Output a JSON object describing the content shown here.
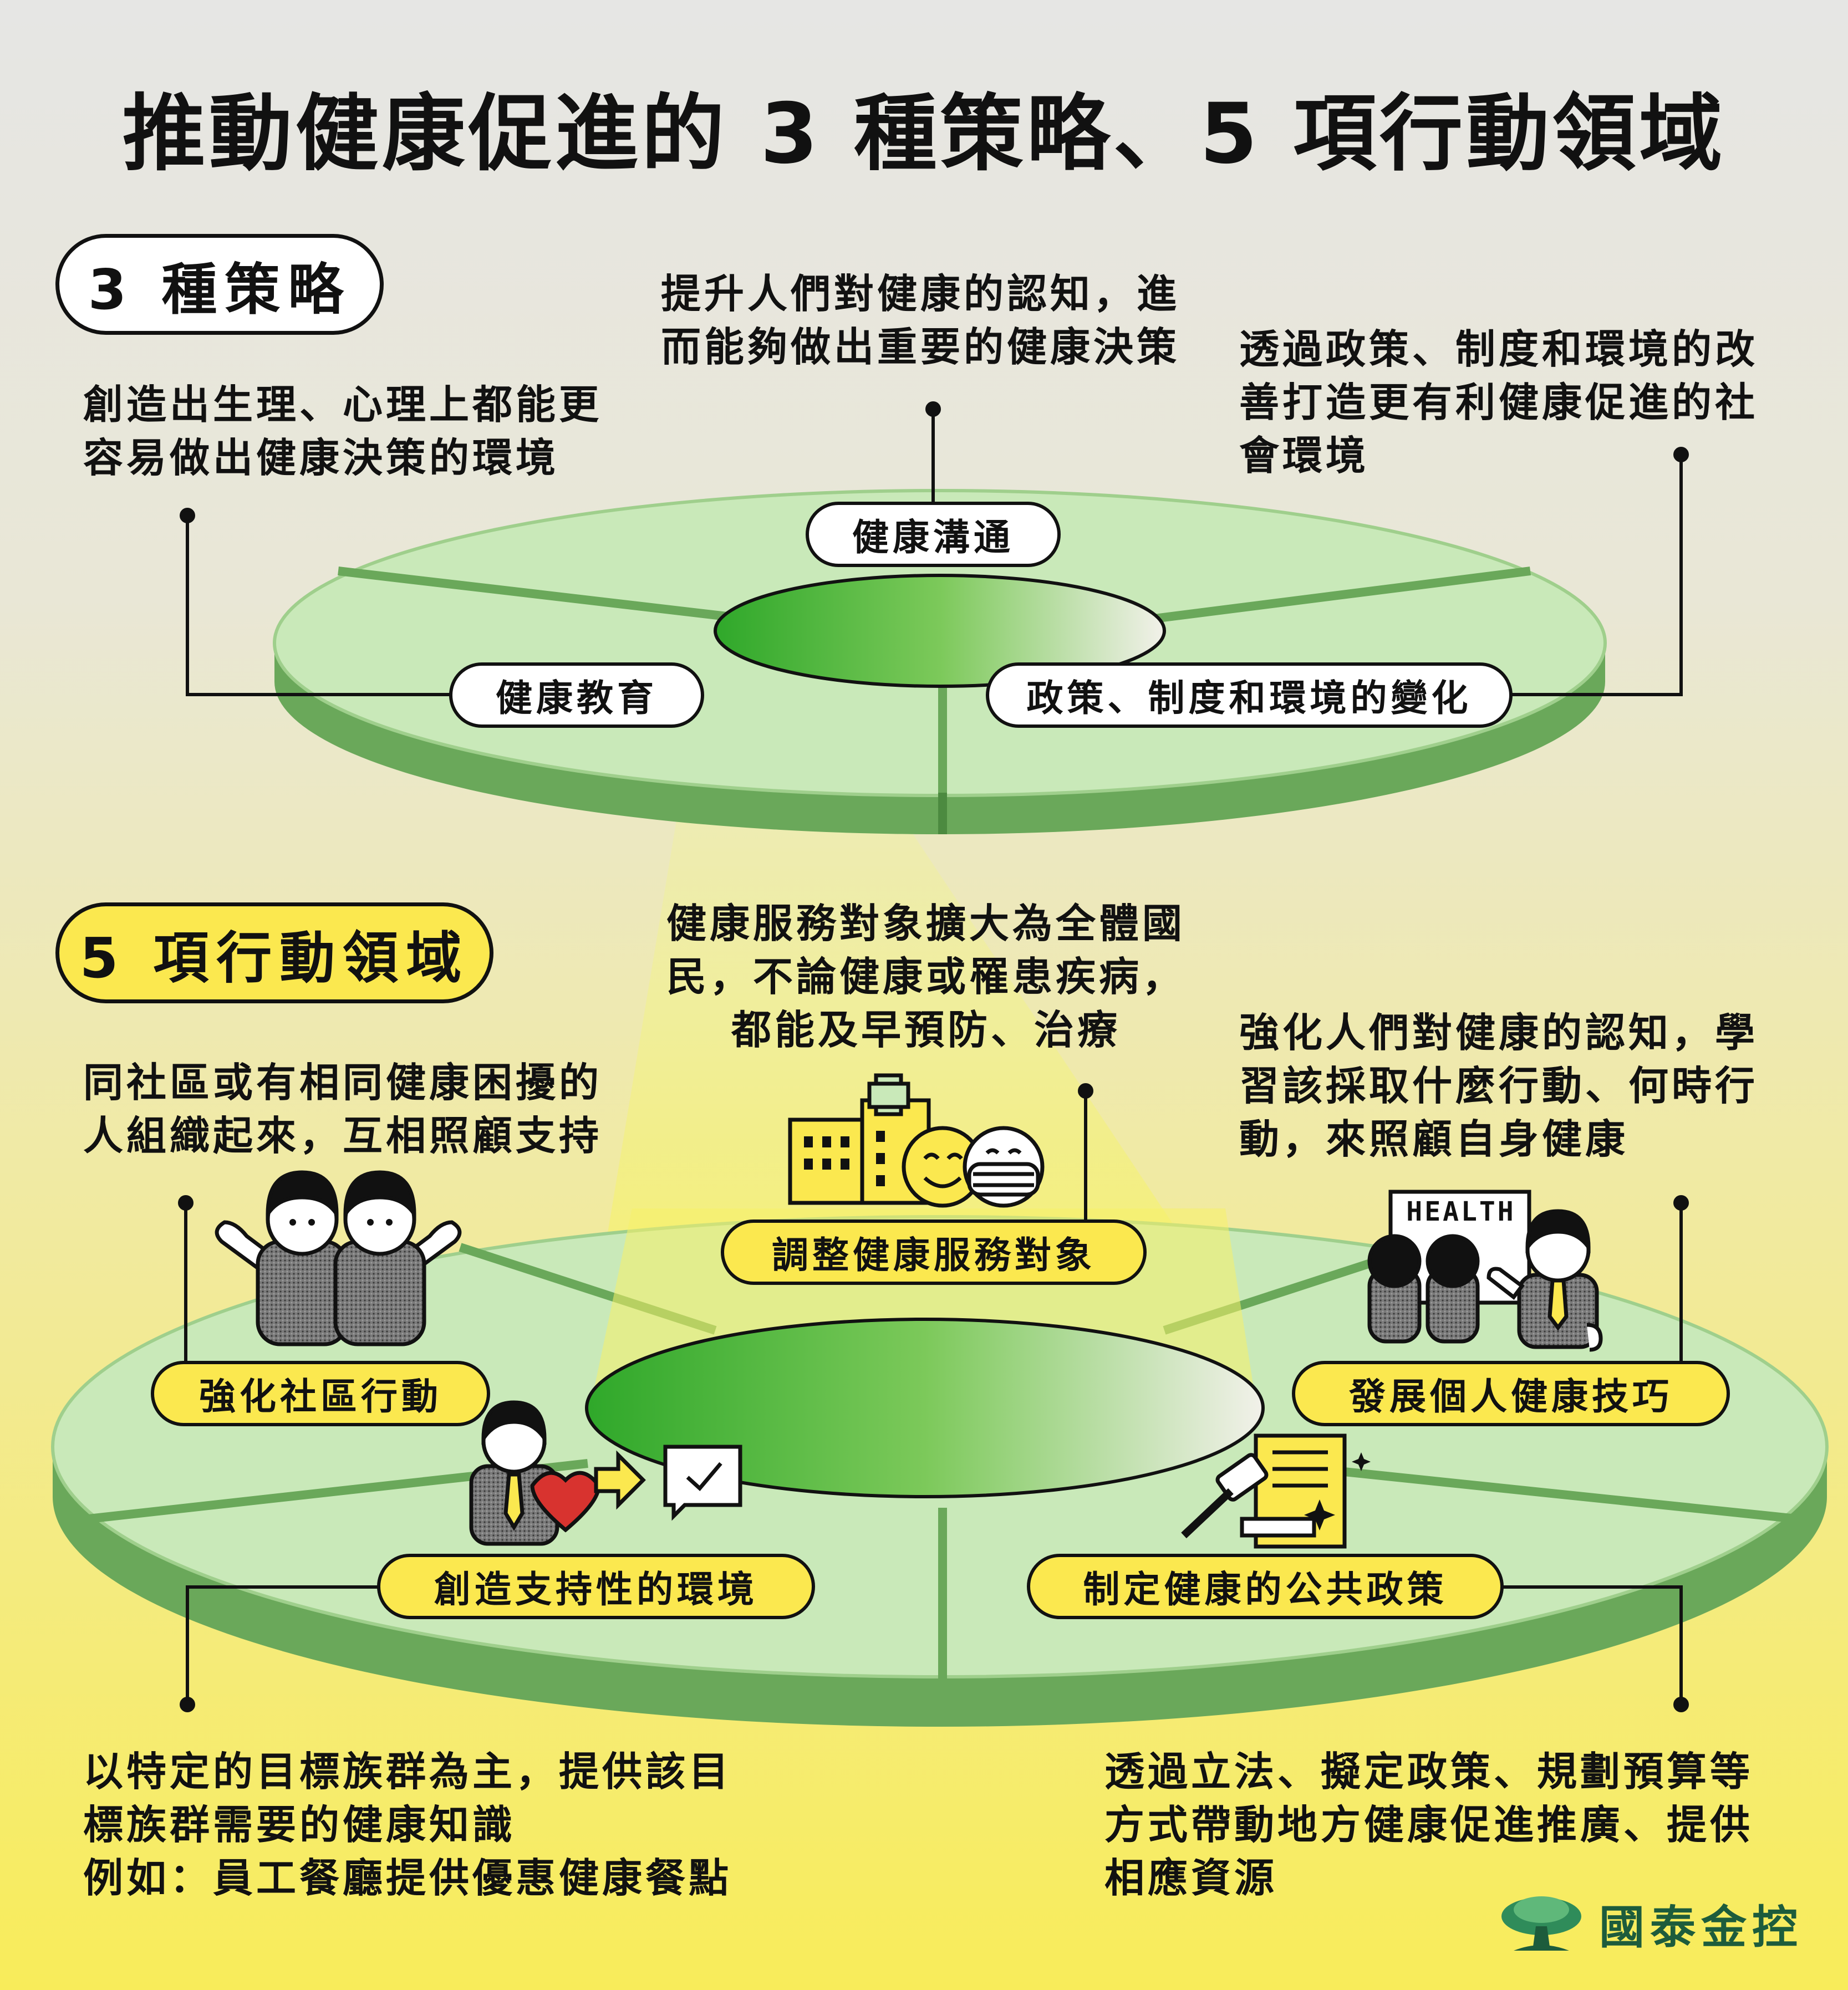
{
  "title": "推動健康促進的 3 種策略、5 項行動領域",
  "strategies": {
    "heading": "3 種策略",
    "items": [
      {
        "label": "健康溝通",
        "lines": [
          "提升人們對健康的認知，進",
          "而能夠做出重要的健康決策"
        ]
      },
      {
        "label": "健康教育",
        "lines": [
          "創造出生理、心理上都能更",
          "容易做出健康決策的環境"
        ]
      },
      {
        "label": "政策、制度和環境的變化",
        "lines": [
          "透過政策、制度和環境的改",
          "善打造更有利健康促進的社",
          "會環境"
        ]
      }
    ]
  },
  "action_areas": {
    "heading": "5 項行動領域",
    "items": [
      {
        "label": "調整健康服務對象",
        "lines": [
          "健康服務對象擴大為全體國",
          "民，不論健康或罹患疾病，",
          "都能及早預防、治療"
        ]
      },
      {
        "label": "強化社區行動",
        "lines": [
          "同社區或有相同健康困擾的",
          "人組織起來，互相照顧支持"
        ]
      },
      {
        "label": "發展個人健康技巧",
        "lines": [
          "強化人們對健康的認知，學",
          "習該採取什麼行動、何時行",
          "動，來照顧自身健康"
        ]
      },
      {
        "label": "創造支持性的環境",
        "lines": [
          "以特定的目標族群為主，提供該目",
          "標族群需要的健康知識",
          "例如：員工餐廳提供優惠健康餐點"
        ]
      },
      {
        "label": "制定健康的公共政策",
        "lines": [
          "透過立法、擬定政策、規劃預算等",
          "方式帶動地方健康促進推廣、提供",
          "相應資源"
        ]
      }
    ]
  },
  "icons": {
    "health_sign": "HEALTH",
    "names": [
      "hospital-icon",
      "smiley-face-icon",
      "masked-face-icon",
      "people-group-icon",
      "presenter-icon",
      "person-with-heart-icon",
      "arrow-right-icon",
      "checkbox-icon",
      "gavel-icon",
      "document-icon",
      "sparkle-icon",
      "tree-logo-icon"
    ]
  },
  "brand": "國泰金控",
  "colors": {
    "disc_top": "#c8e8b8",
    "disc_side": "#6aa85a",
    "disc_line": "#6aa85a",
    "hole_green": "#36b02f",
    "beam": "#f3ef7a",
    "pill_yellow": "#fbe84f",
    "brand_green": "#1d5c3c"
  }
}
